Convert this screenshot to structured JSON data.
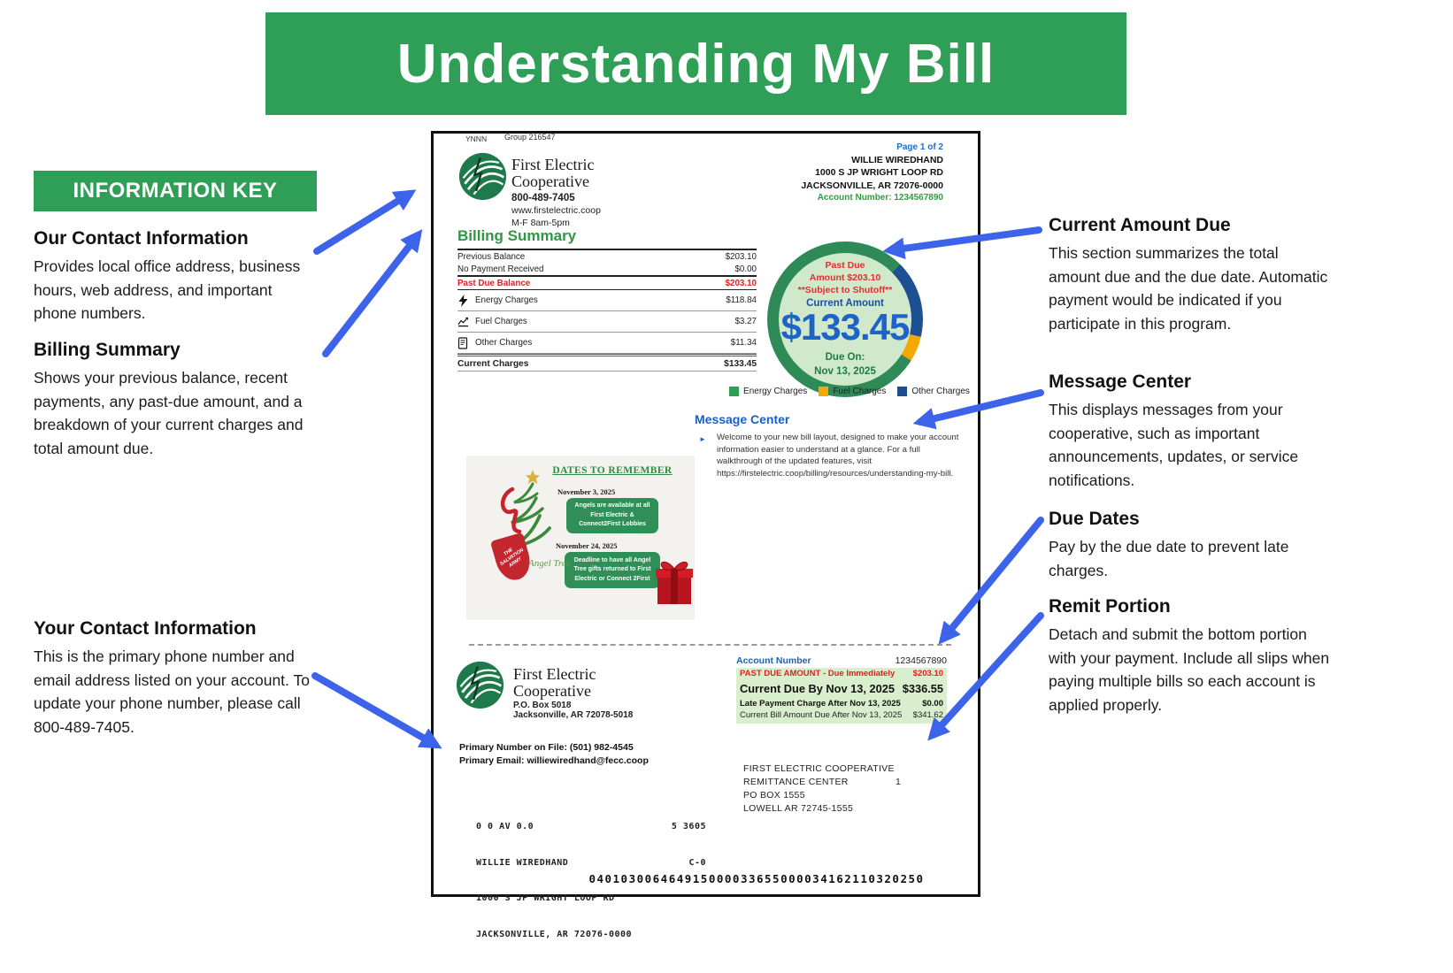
{
  "banner": {
    "title": "Understanding My Bill"
  },
  "info_key": "INFORMATION KEY",
  "colors": {
    "accent_green": "#2f9e57",
    "arrow_blue": "#3c63ea",
    "energy_green": "#2e9e57",
    "fuel_orange": "#f7a800",
    "other_navy": "#1d4f8f",
    "past_due_red": "#e02020",
    "amount_blue": "#1f62c8",
    "remit_table_bg": "#d9eecd"
  },
  "annotations_left": [
    {
      "heading": "Our Contact Information",
      "body": "Provides local office address, business hours, web address, and important phone numbers."
    },
    {
      "heading": "Billing Summary",
      "body": "Shows your previous balance, recent payments, any past-due amount, and a breakdown of your current charges and total amount due."
    },
    {
      "heading": "Your Contact Information",
      "body": "This is the primary phone number and email address listed on your account. To update your phone number, please call 800-489-7405."
    }
  ],
  "annotations_right": [
    {
      "heading": "Current Amount Due",
      "body": "This section summarizes the total amount due and the due date. Automatic payment would be indicated if you participate in this program."
    },
    {
      "heading": "Message Center",
      "body": "This displays messages from your cooperative, such as important announcements, updates, or service notifications."
    },
    {
      "heading": "Due Dates",
      "body": "Pay by the due date to prevent late charges."
    },
    {
      "heading": "Remit Portion",
      "body": "Detach and submit the bottom portion with your payment. Include all slips when paying multiple bills so each account is applied properly."
    }
  ],
  "bill": {
    "flags": "YNNN",
    "group": "Group 216547",
    "brand": {
      "line1": "First Electric",
      "line2": "Cooperative",
      "phone": "800-489-7405",
      "website": "www.firstelectric.coop",
      "hours": "M-F 8am-5pm"
    },
    "recipient": {
      "page": "Page 1 of 2",
      "name": "WILLIE WIREDHAND",
      "street": "1000 S JP WRIGHT LOOP RD",
      "city": "JACKSONVILLE, AR 72076-0000",
      "account": "Account Number: 1234567890"
    },
    "billing_summary": {
      "heading": "Billing Summary",
      "rows": [
        {
          "label": "Previous Balance",
          "amount": "$203.10"
        },
        {
          "label": "No Payment Received",
          "amount": "$0.00"
        },
        {
          "label": "Past Due Balance",
          "amount": "$203.10"
        },
        {
          "label": "Energy Charges",
          "amount": "$118.84",
          "icon": "lightning-icon"
        },
        {
          "label": "Fuel Charges",
          "amount": "$3.27",
          "icon": "line-chart-icon"
        },
        {
          "label": "Other Charges",
          "amount": "$11.34",
          "icon": "receipt-icon"
        },
        {
          "label": "Current Charges",
          "amount": "$133.45"
        }
      ]
    },
    "amount_due_circle": {
      "past_due_line1": "Past Due",
      "past_due_line2": "Amount $203.10",
      "past_due_line3": "**Subject to Shutoff**",
      "current_label": "Current Amount",
      "current_amount": "$133.45",
      "due_label": "Due On:",
      "due_date": "Nov 13, 2025"
    },
    "legend": [
      {
        "label": "Energy Charges",
        "color": "#2e9e57"
      },
      {
        "label": "Fuel Charges",
        "color": "#f7a800"
      },
      {
        "label": "Other Charges",
        "color": "#1d4f8f"
      }
    ],
    "message_center": {
      "heading": "Message Center",
      "bullet": "►",
      "text": "Welcome to your new bill layout, designed to make your account information easier to understand at a glance. For a full walkthrough of the updated features, visit https://firstelectric.coop/billing/resources/understanding-my-bill."
    },
    "flyer": {
      "title": "DATES TO REMEMBER",
      "events": [
        {
          "date": "November 3, 2025",
          "text": "Angels are available at all First Electric & Connect2First Lobbies"
        },
        {
          "date": "November 24, 2025",
          "text": "Deadline to have all Angel Tree gifts returned to First Electric or Connect 2First"
        }
      ],
      "shield_text": "THE SALVATION ARMY",
      "script_text": "Angel Tree"
    },
    "remit": {
      "brand_line1": "First Electric",
      "brand_line2": "Cooperative",
      "po_box": "P.O. Box 5018",
      "city": "Jacksonville, AR 72078-5018",
      "primary_number": "Primary Number on File: (501) 982-4545",
      "primary_email": "Primary Email: williewiredhand@fecc.coop",
      "account_label": "Account Number",
      "account_value": "1234567890",
      "table": [
        {
          "label": "PAST DUE AMOUNT - Due Immediately",
          "amount": "$203.10"
        },
        {
          "label": "Current Due By Nov 13, 2025",
          "amount": "$336.55"
        },
        {
          "label": "Late Payment Charge After Nov 13, 2025",
          "amount": "$0.00"
        },
        {
          "label": "Current Bill Amount Due After Nov 13, 2025",
          "amount": "$341.62"
        }
      ],
      "mail_code_left": "0 0 AV 0.0",
      "mail_code_right": "5 3605",
      "mail_code_right2": "C-0",
      "mail_lines": [
        "WILLIE WIREDHAND",
        "1000 S JP WRIGHT LOOP RD",
        "JACKSONVILLE, AR 72076-0000"
      ],
      "remittance_lines": [
        "FIRST ELECTRIC COOPERATIVE",
        "REMITTANCE CENTER",
        "PO BOX 1555",
        "LOWELL AR 72745-1555"
      ],
      "remittance_num": "1",
      "ocr_line": "040103006464915000033655000034162110320250"
    }
  },
  "chart_data": {
    "type": "pie",
    "title": "Current Amount ring",
    "series": [
      {
        "name": "Energy Charges",
        "value": 118.84,
        "color": "#2e8b57"
      },
      {
        "name": "Fuel Charges",
        "value": 3.27,
        "color": "#f7a800"
      },
      {
        "name": "Other Charges",
        "value": 11.34,
        "color": "#1d4f8f"
      }
    ],
    "center_text": "$133.45",
    "legend_position": "bottom"
  }
}
